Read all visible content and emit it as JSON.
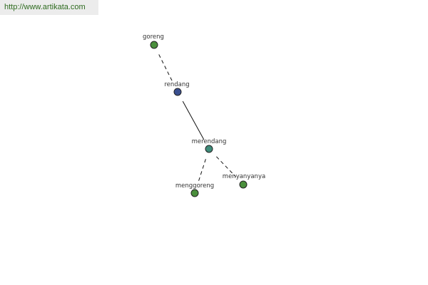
{
  "watermark": {
    "text": "http://www.artikata.com"
  },
  "graph": {
    "nodes": [
      {
        "id": "goreng",
        "label": "goreng",
        "color": "#4a8f3c"
      },
      {
        "id": "rendang",
        "label": "rendang",
        "color": "#3a4f8f"
      },
      {
        "id": "merendang",
        "label": "merendang",
        "color": "#3f8c7a"
      },
      {
        "id": "menggoreng",
        "label": "menggoreng",
        "color": "#4a8f3c"
      },
      {
        "id": "menyanyanya",
        "label": "menyanyanya",
        "color": "#4a8f3c"
      }
    ],
    "edges": [
      {
        "from": "goreng",
        "to": "rendang",
        "style": "dashed"
      },
      {
        "from": "rendang",
        "to": "merendang",
        "style": "solid"
      },
      {
        "from": "merendang",
        "to": "menggoreng",
        "style": "dashed"
      },
      {
        "from": "merendang",
        "to": "menyanyanya",
        "style": "dashed"
      }
    ]
  }
}
